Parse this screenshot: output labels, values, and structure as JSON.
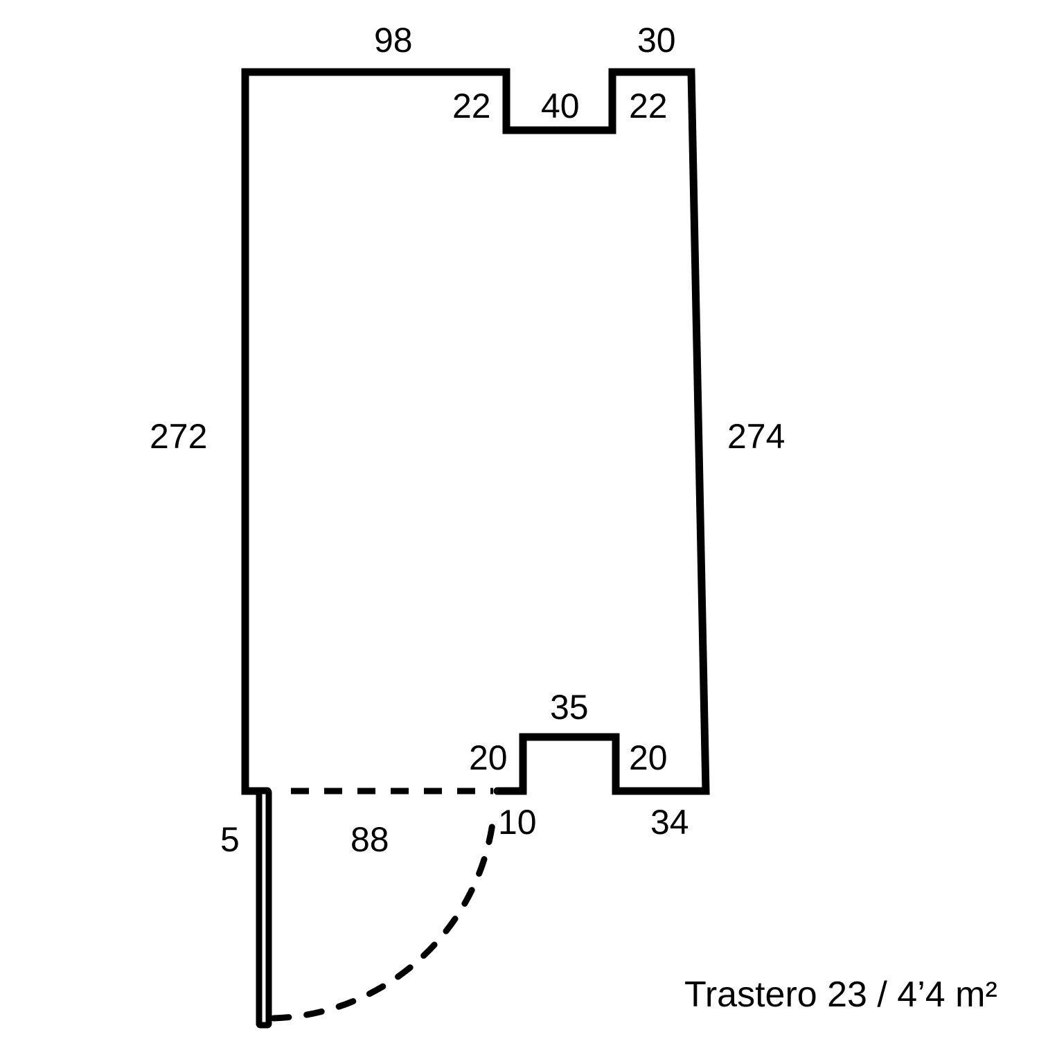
{
  "title": "Trastero 23 / 4’4 m²",
  "wall_color": "#000000",
  "dimensions": {
    "top_left": "98",
    "top_right": "30",
    "top_notch_left": "22",
    "top_notch_width": "40",
    "top_notch_right": "22",
    "left_wall": "272",
    "right_wall": "274",
    "bottom_notch_width": "35",
    "bottom_notch_left": "20",
    "bottom_notch_right": "20",
    "door_wall": "5",
    "door_opening": "88",
    "bottom_stub": "10",
    "bottom_right": "34"
  }
}
